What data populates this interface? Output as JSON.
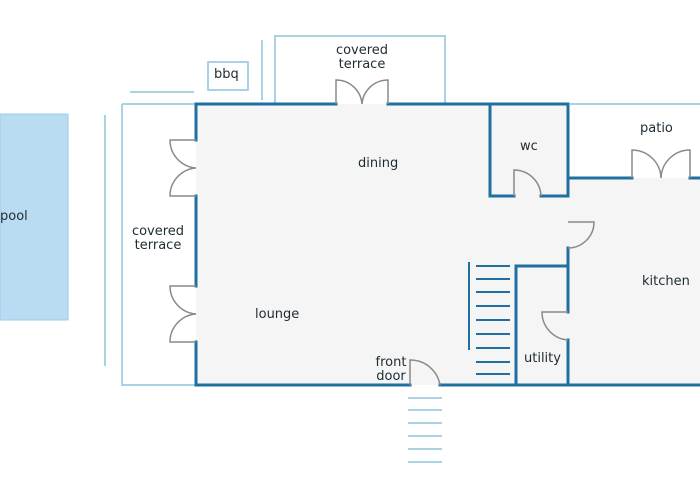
{
  "floor_plan": {
    "colors": {
      "wall": "#1f6fa0",
      "light_wall": "#a9d3e5",
      "floor": "#f5f5f5",
      "pool": "#b9dcf3",
      "door": "#8a8a8a",
      "text": "#1e2b33"
    },
    "rooms": {
      "pool": "pool",
      "bbq": "bbq",
      "covered_terrace_top": [
        "covered",
        "terrace"
      ],
      "covered_terrace_left": [
        "covered",
        "terrace"
      ],
      "patio": "patio",
      "dining": "dining",
      "wc": "wc",
      "lounge": "lounge",
      "kitchen": "kitchen",
      "utility": "utility",
      "front_door": [
        "front",
        "door"
      ]
    }
  }
}
